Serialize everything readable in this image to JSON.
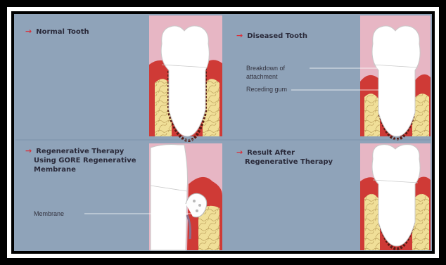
{
  "colors": {
    "background": "#8fa3b9",
    "gum_band": "#e7b6c4",
    "gum": "#cf3a36",
    "gum_light": "#e07d76",
    "bone": "#f0df98",
    "tooth": "#ffffff",
    "root_outline": "#5a1c14",
    "arrow": "#d8323c",
    "frame": "#000000"
  },
  "panels": [
    {
      "id": "normal",
      "arrow": "→",
      "title_lines": [
        "Normal Tooth"
      ],
      "labels": []
    },
    {
      "id": "diseased",
      "arrow": "→",
      "title_lines": [
        "Diseased Tooth"
      ],
      "labels": [
        {
          "lines": [
            "Breakdown of",
            "attachment"
          ]
        },
        {
          "lines": [
            "Receding gum"
          ]
        }
      ]
    },
    {
      "id": "regenerative",
      "arrow": "→",
      "title_lines": [
        "Regenerative Therapy",
        "Using GORE Regenerative",
        "Membrane"
      ],
      "labels": [
        {
          "lines": [
            "Membrane"
          ]
        }
      ]
    },
    {
      "id": "result",
      "arrow": "→",
      "title_lines": [
        "Result After",
        "Regenerative Therapy"
      ],
      "labels": []
    }
  ]
}
